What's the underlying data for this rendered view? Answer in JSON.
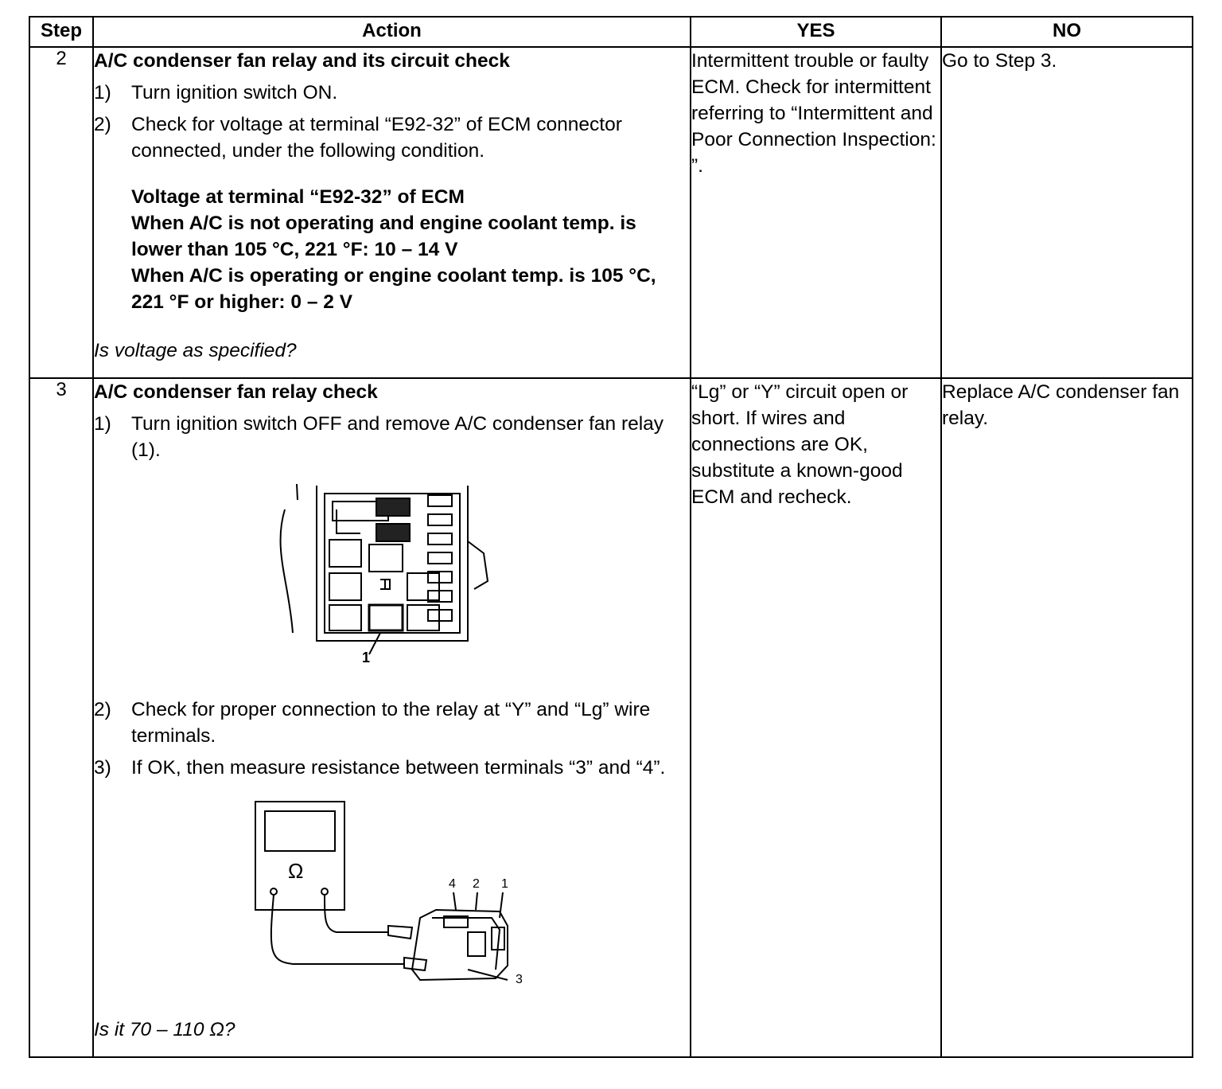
{
  "headers": {
    "step": "Step",
    "action": "Action",
    "yes": "YES",
    "no": "NO"
  },
  "rows": [
    {
      "step": "2",
      "title": "A/C condenser fan relay and its circuit check",
      "items": [
        {
          "num": "1)",
          "text": "Turn ignition switch ON."
        },
        {
          "num": "2)",
          "text": "Check for voltage at terminal “E92-32” of ECM connector connected, under the following condition."
        }
      ],
      "spec": {
        "line1": "Voltage at terminal “E92-32” of ECM",
        "line2": "When A/C is not operating and engine coolant temp. is lower than 105 °C, 221 °F: 10 – 14 V",
        "line3": "When A/C is operating or engine coolant temp. is 105 °C, 221 °F or higher: 0 – 2 V"
      },
      "question": "Is voltage as specified?",
      "yes": "Intermittent trouble or faulty ECM. Check for intermittent referring to “Intermittent and Poor Connection Inspection: ”.",
      "no": "Go to Step 3."
    },
    {
      "step": "3",
      "title": "A/C condenser fan relay check",
      "items": [
        {
          "num": "1)",
          "text": "Turn ignition switch OFF and remove A/C condenser fan relay (1)."
        },
        {
          "num": "2)",
          "text": "Check for proper connection to the relay at “Y” and “Lg” wire terminals."
        },
        {
          "num": "3)",
          "text": "If OK, then measure resistance between terminals “3” and “4”."
        }
      ],
      "figure1": {
        "callout": "1"
      },
      "figure2": {
        "meter_symbol": "Ω",
        "labels": [
          "4",
          "2",
          "1",
          "3"
        ]
      },
      "question": "Is it 70 – 110 Ω?",
      "yes": "“Lg” or “Y” circuit open or short. If wires and connections are OK, substitute a known-good ECM and recheck.",
      "no": "Replace A/C condenser fan relay."
    }
  ]
}
